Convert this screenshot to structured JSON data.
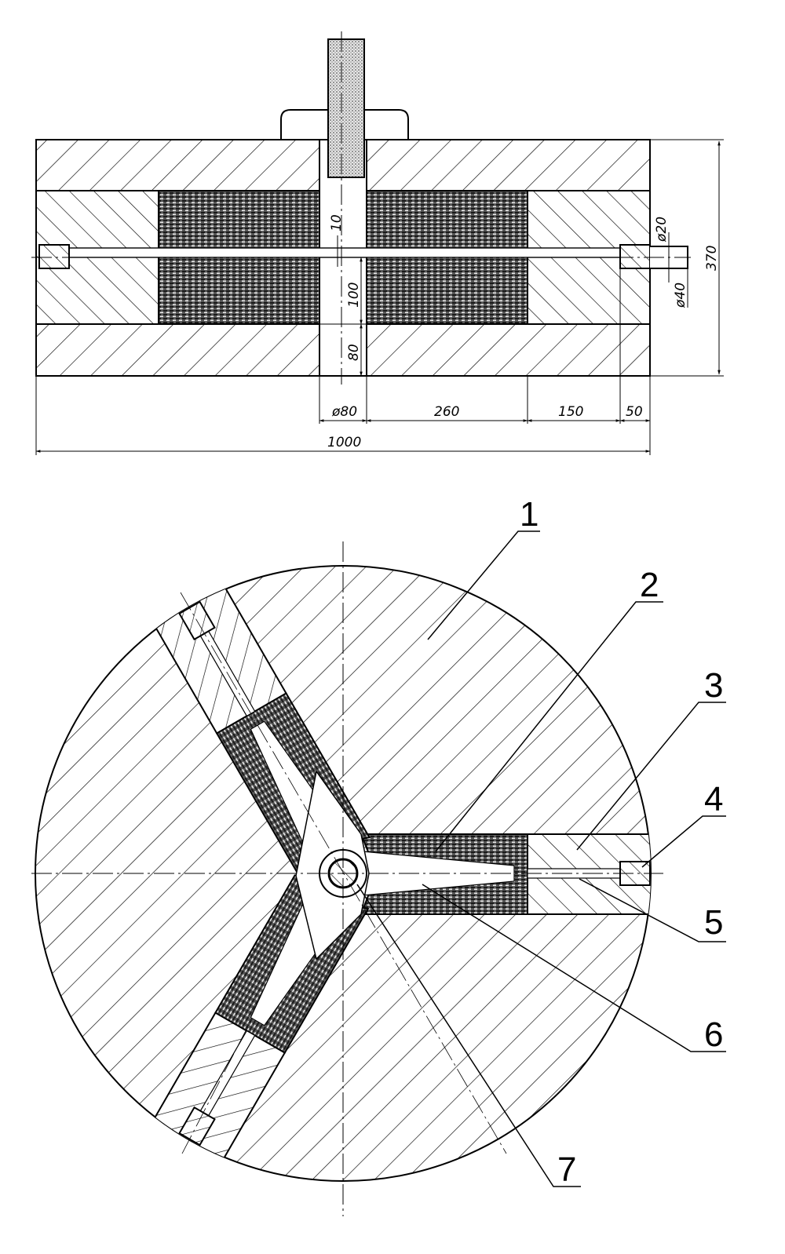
{
  "colors": {
    "ink": "#000000",
    "paper": "#ffffff",
    "rod": "#cfcfcf"
  },
  "section_view": {
    "dimensions": {
      "d80": "ø80",
      "w260": "260",
      "w150": "150",
      "w50": "50",
      "total": "1000",
      "h10": "10",
      "h100": "100",
      "h80": "80",
      "d20": "ø20",
      "d40": "ø40",
      "h370": "370"
    }
  },
  "plan_view": {
    "callouts": [
      "1",
      "2",
      "3",
      "4",
      "5",
      "6",
      "7"
    ]
  }
}
